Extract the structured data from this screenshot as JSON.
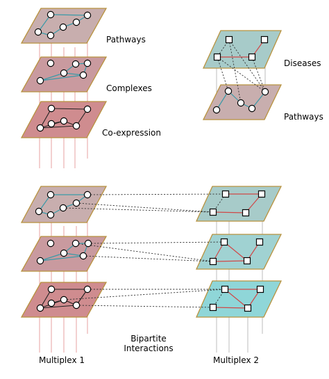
{
  "labels": {
    "pathways_top": "Pathways",
    "complexes": "Complexes",
    "coexpression": "Co-expression",
    "diseases": "Diseases",
    "pathways_right": "Pathways",
    "bipartite_line1": "Bipartite",
    "bipartite_line2": "Interactions",
    "multiplex1": "Multiplex 1",
    "multiplex2": "Multiplex 2"
  },
  "colors": {
    "pathways_layer": "#c8aeae",
    "complexes_layer": "#c99a9f",
    "coexpression_layer": "#cf8c8f",
    "disease_layer_light": "#a7cbc9",
    "disease_layer_mid": "#a0d2d2",
    "disease_layer_strong": "#8fd6d8",
    "layer_border": "#b8923e",
    "teal_edge": "#3a9aa8",
    "red_edge": "#d04848",
    "interlayer_red": "#e7a0a0",
    "interlayer_grey": "#bcbcbc"
  }
}
